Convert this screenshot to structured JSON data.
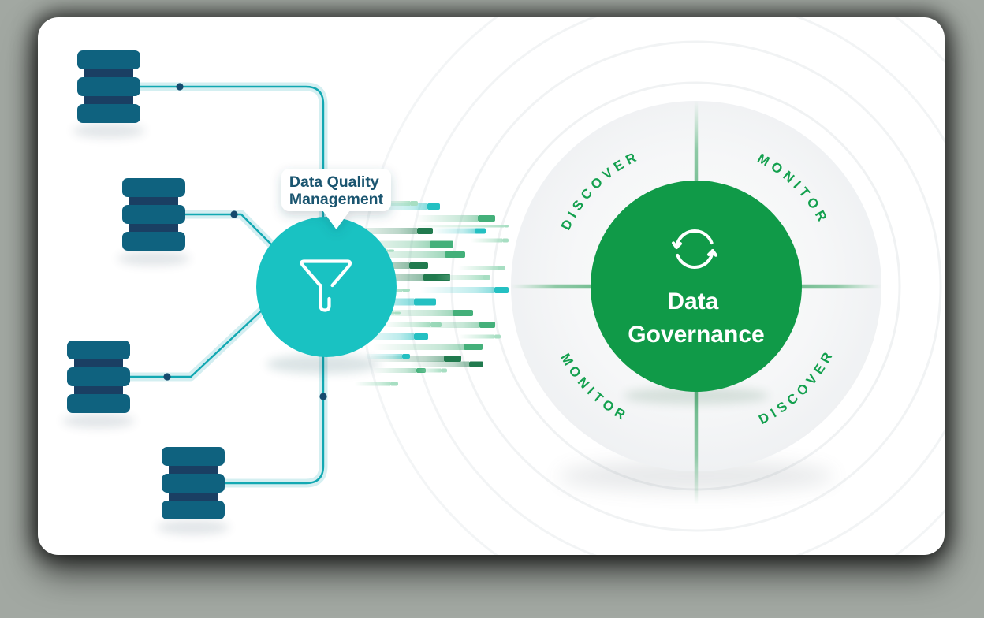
{
  "dqm_label": {
    "line1": "Data Quality",
    "line2": "Management"
  },
  "governance": {
    "line1": "Data",
    "line2": "Governance",
    "quadrants": [
      {
        "id": "top-left",
        "label": "DISCOVER"
      },
      {
        "id": "top-right",
        "label": "MONITOR"
      },
      {
        "id": "bottom-left",
        "label": "MONITOR"
      },
      {
        "id": "bottom-right",
        "label": "DISCOVER"
      }
    ]
  },
  "icons": {
    "funnel": "funnel-icon",
    "sync": "sync-cycle-icon",
    "database": "database-icon"
  },
  "colors": {
    "card_bg": "#ffffff",
    "db_slab": "#0f627f",
    "db_band": "#1a3f63",
    "connector_core": "#12a8b2",
    "connector_glow": "#c9ebee",
    "connector_dot": "#164a6e",
    "funnel_circle": "#19c2c2",
    "funnel_icon": "#ffffff",
    "dqm_text": "#1a5570",
    "wheel_fill_edge": "#eef0f2",
    "wheel_fill_center": "#fbfcfc",
    "cross_line": "#3ea468",
    "quadrant_text": "#13a04e",
    "governance_circle": "#109a48",
    "governance_text": "#ffffff",
    "stream": {
      "dk": "#217a4e",
      "md": "#44b07a",
      "lt": "#a7dec2",
      "tl": "#24c0c2"
    }
  },
  "stream_particles": [
    [
      558,
      262,
      16,
      70,
      8,
      "tl"
    ],
    [
      530,
      258,
      10,
      45,
      6,
      "lt"
    ],
    [
      628,
      277,
      22,
      80,
      8,
      "md"
    ],
    [
      645,
      287,
      6,
      120,
      3,
      "lt"
    ],
    [
      549,
      293,
      20,
      95,
      8,
      "dk"
    ],
    [
      616,
      293,
      14,
      55,
      7,
      "tl"
    ],
    [
      645,
      305,
      8,
      40,
      5,
      "lt"
    ],
    [
      575,
      310,
      30,
      105,
      9,
      "md"
    ],
    [
      500,
      318,
      8,
      60,
      3,
      "lt"
    ],
    [
      590,
      323,
      26,
      125,
      8,
      "md"
    ],
    [
      543,
      337,
      24,
      115,
      8,
      "dk"
    ],
    [
      641,
      340,
      10,
      50,
      5,
      "lt"
    ],
    [
      571,
      352,
      34,
      135,
      9,
      "dk"
    ],
    [
      622,
      352,
      10,
      60,
      6,
      "lt"
    ],
    [
      645,
      368,
      18,
      95,
      8,
      "tl"
    ],
    [
      520,
      368,
      10,
      70,
      4,
      "lt"
    ],
    [
      553,
      383,
      28,
      125,
      9,
      "tl"
    ],
    [
      600,
      397,
      26,
      105,
      8,
      "md"
    ],
    [
      508,
      397,
      8,
      50,
      3,
      "lt"
    ],
    [
      560,
      412,
      14,
      60,
      6,
      "lt"
    ],
    [
      628,
      412,
      20,
      85,
      8,
      "md"
    ],
    [
      543,
      427,
      18,
      75,
      8,
      "tl"
    ],
    [
      635,
      427,
      8,
      45,
      5,
      "lt"
    ],
    [
      612,
      440,
      24,
      115,
      8,
      "md"
    ],
    [
      585,
      455,
      22,
      95,
      8,
      "dk"
    ],
    [
      520,
      452,
      10,
      48,
      6,
      "tl"
    ],
    [
      540,
      470,
      12,
      55,
      6,
      "md"
    ],
    [
      567,
      470,
      8,
      32,
      5,
      "lt"
    ],
    [
      613,
      462,
      18,
      75,
      7,
      "dk"
    ],
    [
      505,
      487,
      10,
      45,
      5,
      "lt"
    ]
  ]
}
